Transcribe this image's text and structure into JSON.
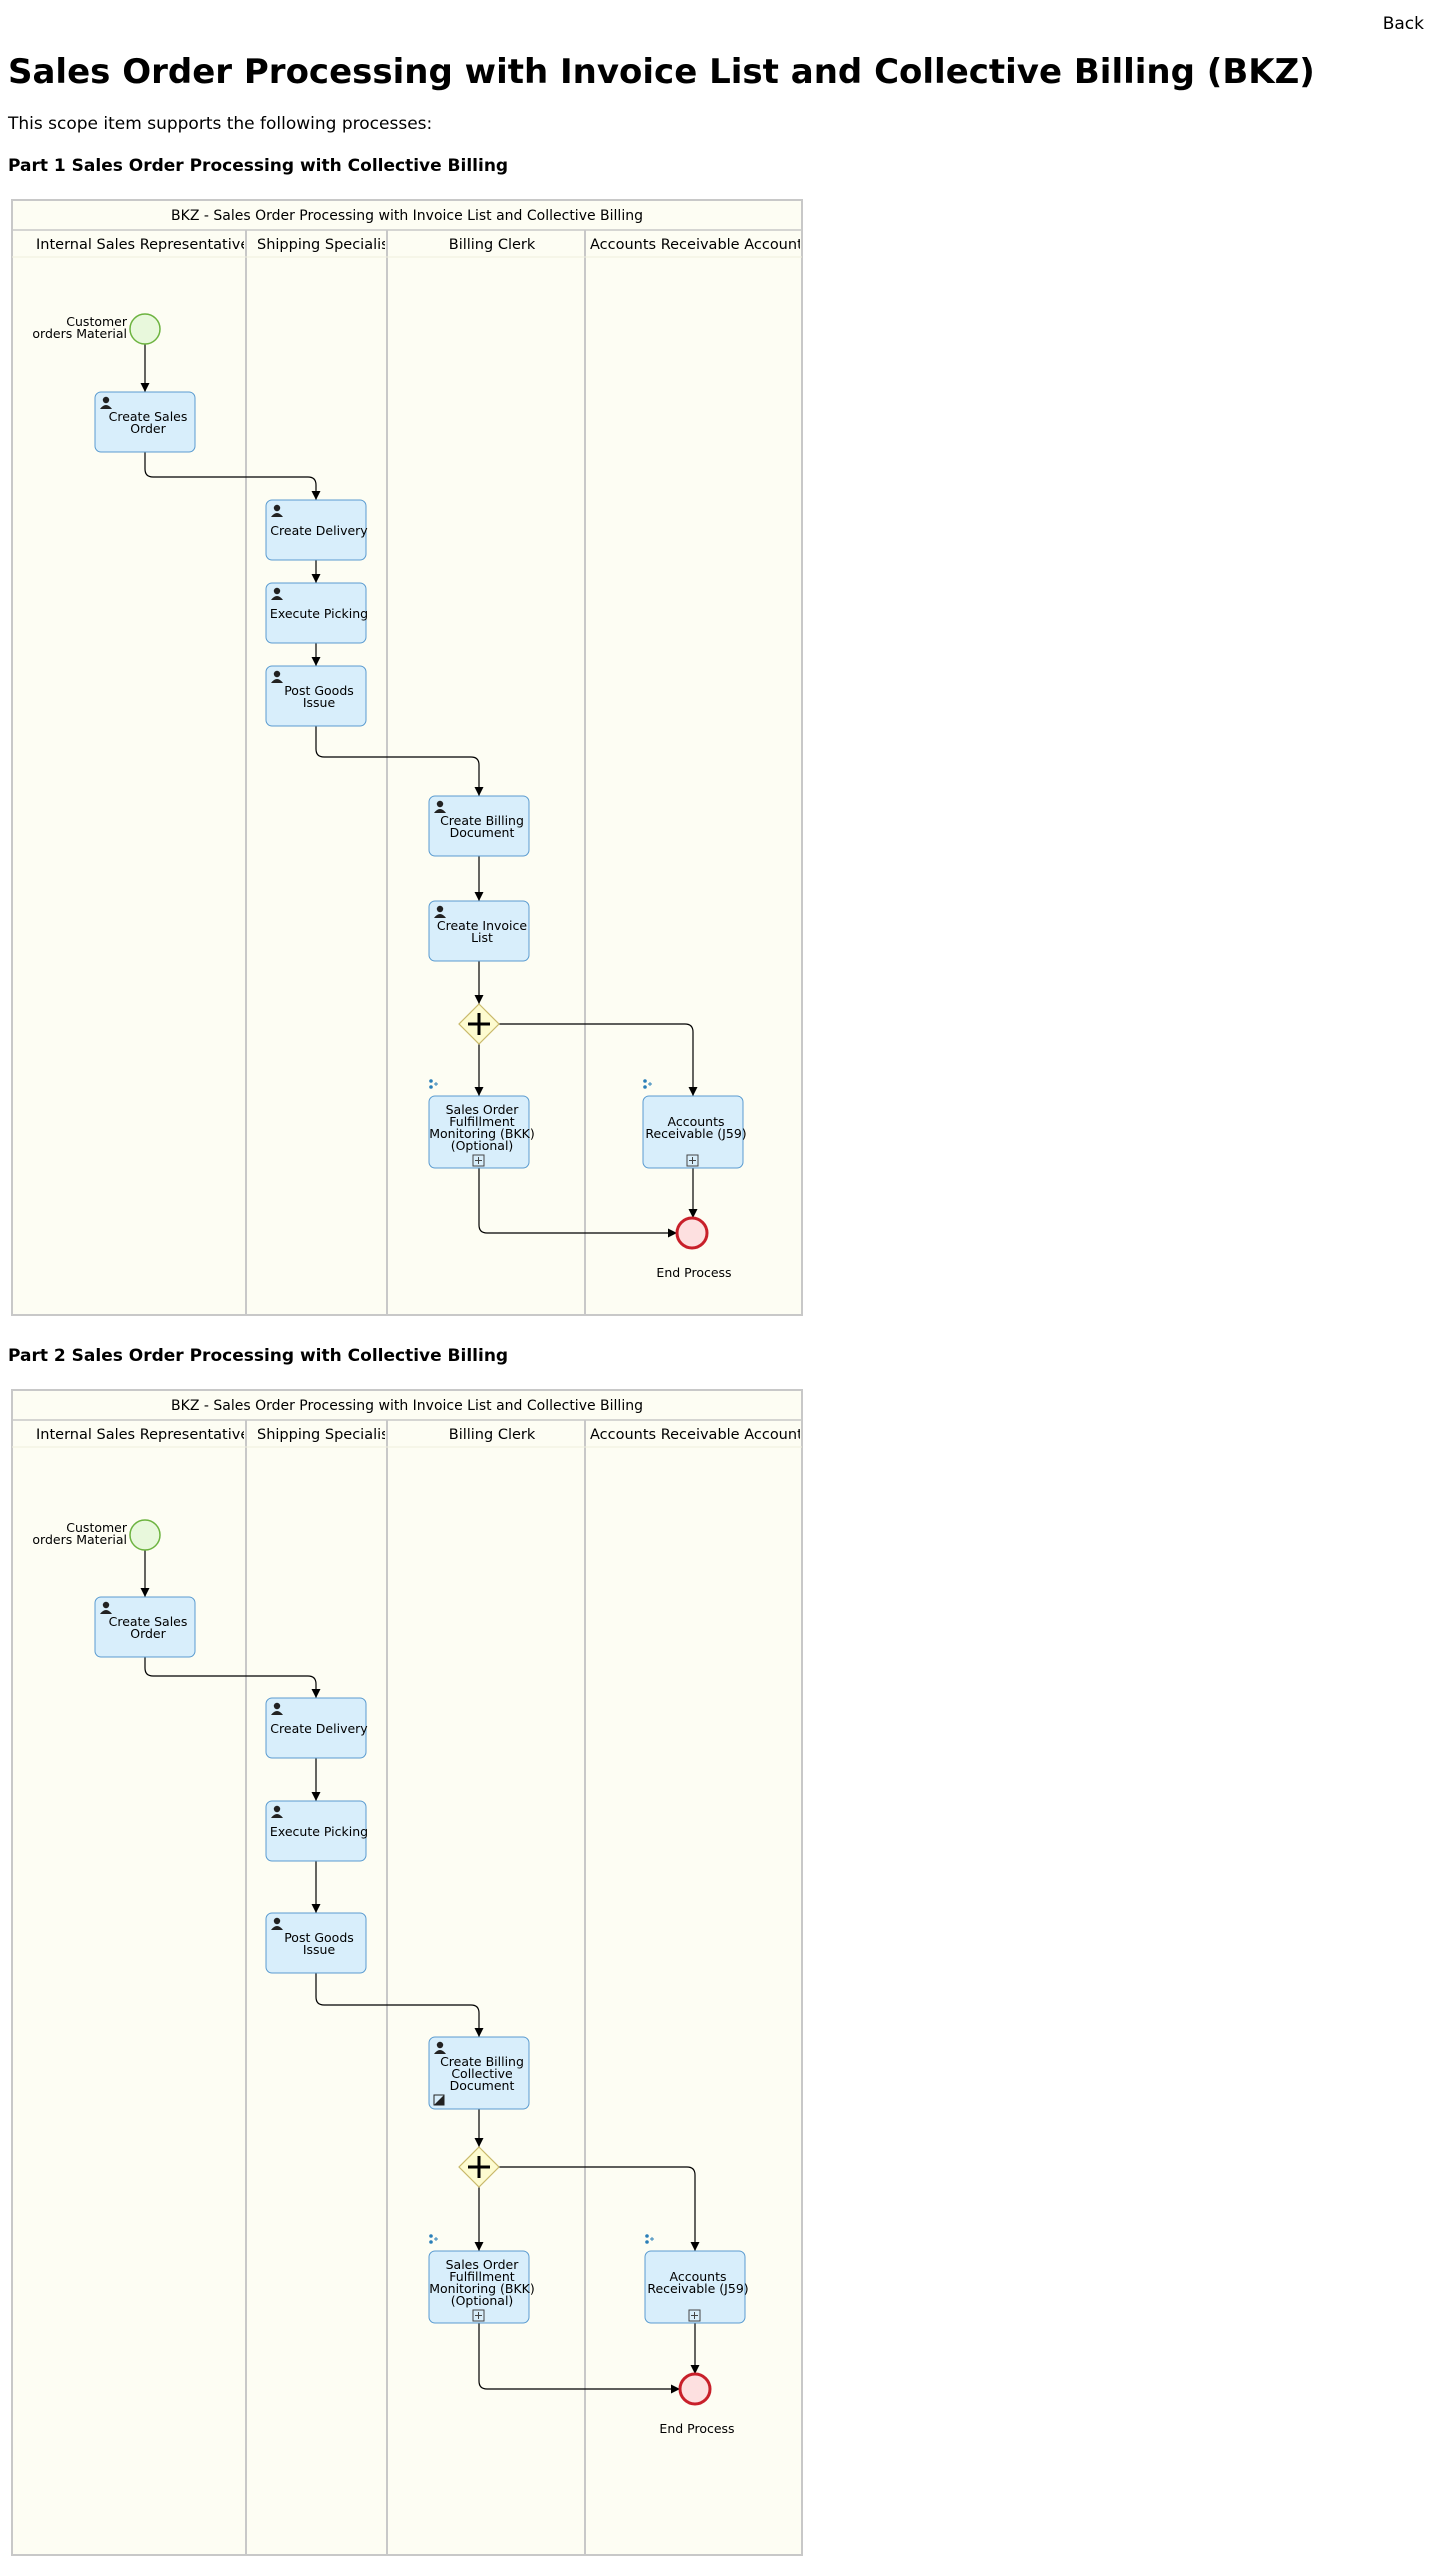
{
  "header": {
    "back_label": "Back"
  },
  "page": {
    "title": "Sales Order Processing with Invoice List and Collective Billing (BKZ)",
    "intro": "This scope item supports the following processes:"
  },
  "parts": [
    {
      "heading": "Part 1 Sales Order Processing with Collective Billing",
      "pool": "BKZ - Sales Order Processing with Invoice List and Collective Billing",
      "lanes": [
        "Internal Sales Representative",
        "Shipping Specialist",
        "Billing Clerk",
        "Accounts Receivable Accountant"
      ],
      "start_event": [
        "Customer",
        "orders Material"
      ],
      "tasks": [
        [
          "Create Sales",
          "Order"
        ],
        [
          "Create Delivery"
        ],
        [
          "Execute Picking"
        ],
        [
          "Post Goods",
          "Issue"
        ],
        [
          "Create Billing",
          "Document"
        ],
        [
          "Create Invoice",
          "List"
        ],
        [
          "Sales Order",
          "Fulfillment",
          "Monitoring (BKK)",
          "(Optional)"
        ],
        [
          "Accounts",
          "Receivable (J59)"
        ]
      ],
      "end_event": "End Process"
    },
    {
      "heading": "Part 2 Sales Order Processing with Collective Billing",
      "pool": "BKZ - Sales Order Processing with Invoice List and Collective Billing",
      "lanes": [
        "Internal Sales Representative",
        "Shipping Specialist",
        "Billing Clerk",
        "Accounts Receivable Accountant"
      ],
      "start_event": [
        "Customer",
        "orders Material"
      ],
      "tasks": [
        [
          "Create Sales",
          "Order"
        ],
        [
          "Create Delivery"
        ],
        [
          "Execute Picking"
        ],
        [
          "Post Goods",
          "Issue"
        ],
        [
          "Create Billing",
          "Collective",
          "Document"
        ],
        [
          "Sales Order",
          "Fulfillment",
          "Monitoring (BKK)",
          "(Optional)"
        ],
        [
          "Accounts",
          "Receivable (J59)"
        ]
      ],
      "end_event": "End Process"
    }
  ],
  "colors": {
    "pool_fill": "#fdfdf3",
    "border": "#c8c8c8",
    "task_fill": "#d8eefb",
    "task_stroke": "#5a9bd0",
    "start_fill": "#e8f8dc",
    "start_stroke": "#6cb33f",
    "end_fill": "#fde0e0",
    "end_stroke": "#c8202a",
    "gateway_fill": "#fdfbd0",
    "gateway_stroke": "#c9b96a"
  },
  "icons": [
    "user-icon",
    "subprocess-marker-icon",
    "subprocess-link-icon",
    "manual-task-marker-icon",
    "parallel-gateway-icon"
  ]
}
